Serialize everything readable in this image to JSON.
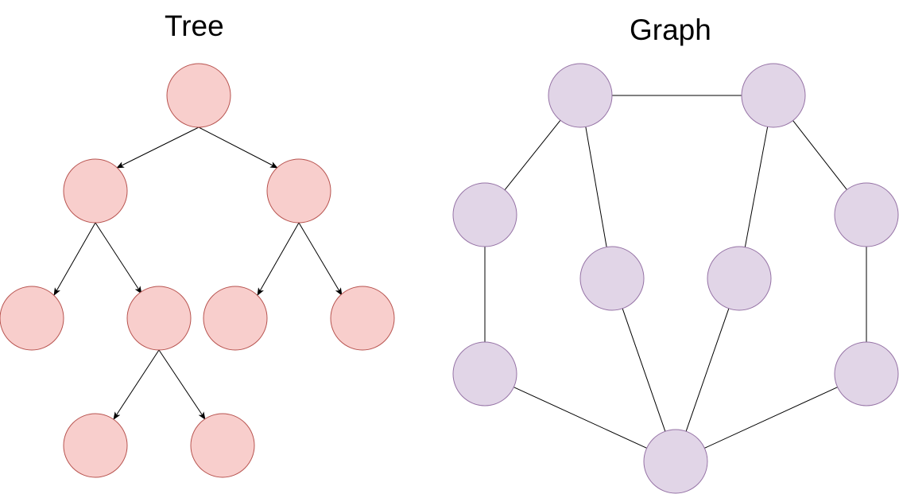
{
  "tree": {
    "title": "Tree",
    "fill": "#f8cecc",
    "stroke": "#b85450",
    "nodes": [
      "root",
      "l",
      "r",
      "ll",
      "lr",
      "rl",
      "rr",
      "lrl",
      "lrr"
    ],
    "edges": [
      [
        "root",
        "l"
      ],
      [
        "root",
        "r"
      ],
      [
        "l",
        "ll"
      ],
      [
        "l",
        "lr"
      ],
      [
        "r",
        "rl"
      ],
      [
        "r",
        "rr"
      ],
      [
        "lr",
        "lrl"
      ],
      [
        "lr",
        "lrr"
      ]
    ],
    "directed": true
  },
  "graph": {
    "title": "Graph",
    "fill": "#e1d5e7",
    "stroke": "#9673a6",
    "nodes": [
      "top-left",
      "top-right",
      "mid-left",
      "mid-right",
      "inner-left",
      "inner-right",
      "low-left",
      "low-right",
      "bottom"
    ],
    "edges": [
      [
        "top-left",
        "top-right"
      ],
      [
        "top-left",
        "mid-left"
      ],
      [
        "top-left",
        "inner-left"
      ],
      [
        "top-right",
        "inner-right"
      ],
      [
        "top-right",
        "mid-right"
      ],
      [
        "mid-left",
        "low-left"
      ],
      [
        "mid-right",
        "low-right"
      ],
      [
        "inner-left",
        "bottom"
      ],
      [
        "inner-right",
        "bottom"
      ],
      [
        "low-left",
        "bottom"
      ],
      [
        "low-right",
        "bottom"
      ]
    ],
    "directed": false
  }
}
